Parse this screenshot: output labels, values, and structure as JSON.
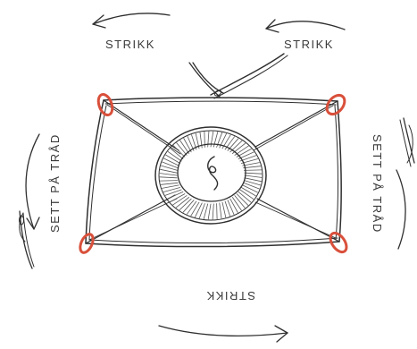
{
  "labels": {
    "top_left": "STRIKK",
    "top_right": "STRIKK",
    "left": "SETT PÅ TRÅD",
    "right": "SETT PÅ TRÅD",
    "bottom": "STRIKK"
  },
  "colors": {
    "pencil": "#2f2f2f",
    "loop": "#d9503b",
    "background": "#ffffff"
  },
  "icons": [
    "arrow-icon",
    "needle-icon",
    "yarn-ball-icon",
    "loop-marker-icon"
  ]
}
